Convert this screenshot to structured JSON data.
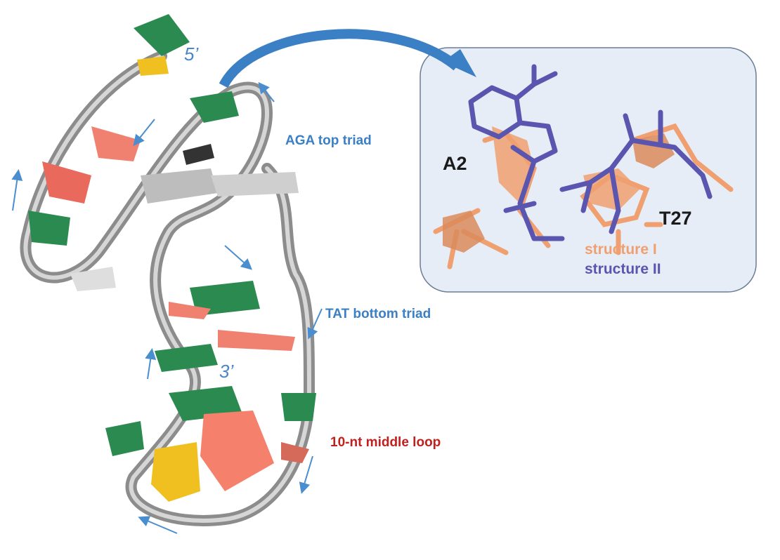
{
  "labels": {
    "five_prime": "5’",
    "three_prime": "3’",
    "aga_top_triad": "AGA top triad",
    "tat_bottom_triad": "TAT bottom triad",
    "middle_loop": "10-nt middle loop",
    "a2": "A2",
    "t27": "T27",
    "structure_1": "structure I",
    "structure_2": "structure II"
  },
  "colors": {
    "backbone": "#9a9a9a",
    "guanine": "#2a8a4f",
    "adenine": "#f08070",
    "thymine": "#d8d8d8",
    "cytosine": "#f0c020",
    "structure_1": "#f0a070",
    "structure_2": "#5a56b0",
    "inset_bg": "#e6edf6",
    "arrow": "#3b7fc4"
  }
}
